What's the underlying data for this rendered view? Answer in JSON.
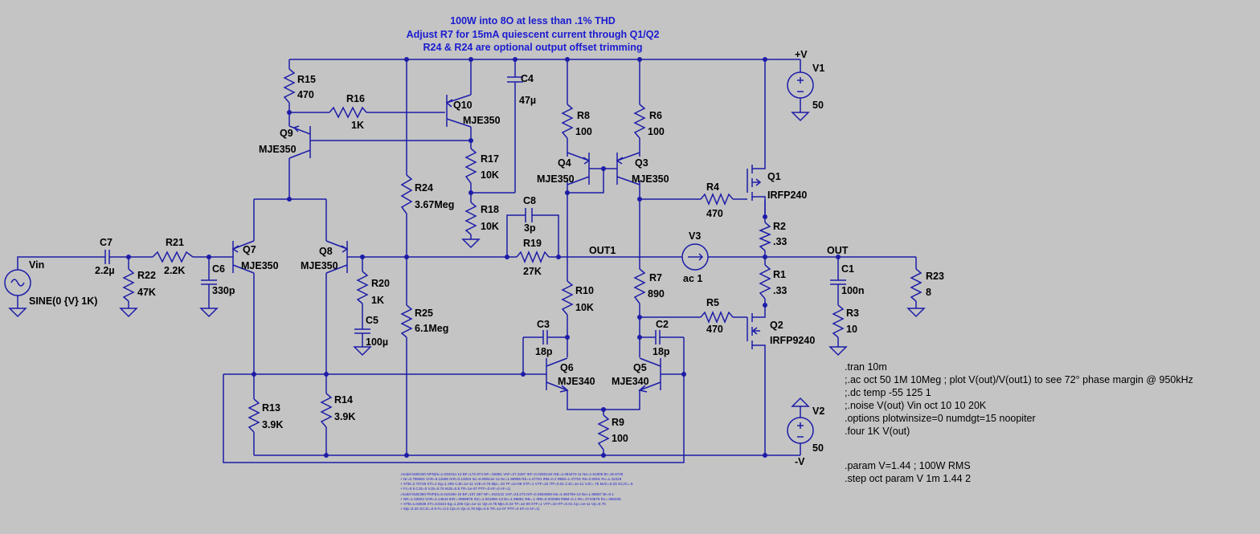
{
  "app": {
    "view": "LTspice schematic"
  },
  "colors": {
    "canvas": "#c4c4c4",
    "wire": "#1c1ca8",
    "directive_text": "#000000",
    "header_text": "#1b1bd0",
    "labels": "#000000"
  },
  "header_notes": [
    "100W into 8O at less than  .1% THD",
    "Adjust R7 for 15mA quiescent current through Q1/Q2",
    "R24 & R24 are optional output offset trimming"
  ],
  "nets": {
    "pos": "+V",
    "neg": "-V",
    "out1": "OUT1",
    "out": "OUT"
  },
  "resistors": {
    "R15": {
      "name": "R15",
      "value": "470"
    },
    "R16": {
      "name": "R16",
      "value": "1K"
    },
    "R17": {
      "name": "R17",
      "value": "10K"
    },
    "R18": {
      "name": "R18",
      "value": "10K"
    },
    "R24": {
      "name": "R24",
      "value": "3.67Meg"
    },
    "R25": {
      "name": "R25",
      "value": "6.1Meg"
    },
    "R21": {
      "name": "R21",
      "value": "2.2K"
    },
    "R22": {
      "name": "R22",
      "value": "47K"
    },
    "R20": {
      "name": "R20",
      "value": "1K"
    },
    "R19": {
      "name": "R19",
      "value": "27K"
    },
    "R13": {
      "name": "R13",
      "value": "3.9K"
    },
    "R14": {
      "name": "R14",
      "value": "3.9K"
    },
    "R8": {
      "name": "R8",
      "value": "100"
    },
    "R6": {
      "name": "R6",
      "value": "100"
    },
    "R10": {
      "name": "R10",
      "value": "10K"
    },
    "R7": {
      "name": "R7",
      "value": "890"
    },
    "R9": {
      "name": "R9",
      "value": "100"
    },
    "R4": {
      "name": "R4",
      "value": "470"
    },
    "R5": {
      "name": "R5",
      "value": "470"
    },
    "R2": {
      "name": "R2",
      "value": ".33"
    },
    "R1": {
      "name": "R1",
      "value": ".33"
    },
    "R3": {
      "name": "R3",
      "value": "10"
    },
    "R23": {
      "name": "R23",
      "value": "8"
    }
  },
  "capacitors": {
    "C4": {
      "name": "C4",
      "value": "47µ"
    },
    "C7": {
      "name": "C7",
      "value": "2.2µ"
    },
    "C6": {
      "name": "C6",
      "value": "330p"
    },
    "C5": {
      "name": "C5",
      "value": "100µ"
    },
    "C8": {
      "name": "C8",
      "value": "3p"
    },
    "C3": {
      "name": "C3",
      "value": "18p"
    },
    "C2": {
      "name": "C2",
      "value": "18p"
    },
    "C1": {
      "name": "C1",
      "value": "100n"
    }
  },
  "transistors": {
    "Q10": {
      "name": "Q10",
      "model": "MJE350"
    },
    "Q9": {
      "name": "Q9",
      "model": "MJE350"
    },
    "Q7": {
      "name": "Q7",
      "model": "MJE350"
    },
    "Q8": {
      "name": "Q8",
      "model": "MJE350"
    },
    "Q4": {
      "name": "Q4",
      "model": "MJE350"
    },
    "Q3": {
      "name": "Q3",
      "model": "MJE350"
    },
    "Q6": {
      "name": "Q6",
      "model": "MJE340"
    },
    "Q5": {
      "name": "Q5",
      "model": "MJE340"
    },
    "Q1": {
      "name": "Q1",
      "model": "IRFP240"
    },
    "Q2": {
      "name": "Q2",
      "model": "IRFP9240"
    }
  },
  "sources": {
    "Vin": {
      "name": "Vin",
      "value": "SINE(0 {V} 1K)"
    },
    "V1": {
      "name": "V1",
      "value": "50"
    },
    "V2": {
      "name": "V2",
      "value": "50"
    },
    "V3": {
      "name": "V3",
      "value": "ac 1"
    }
  },
  "directives": [
    ".tran 10m",
    ";.ac oct 50 1M 10Meg ; plot V(out)/V(out1) to see 72° phase margin @ 950kHz",
    ";.dc temp -55 125 1",
    ";.noise V(out) Vin oct 10 10 20K",
    ".options plotwinsize=0 numdgt=15 noopiter",
    ".four 1K V(out)",
    ".param V=1.44 ; 100W RMS",
    ".step oct param V 1m 1.44 2"
  ],
  "models": [
    ".model MJE340 NPN(Is=1.03431e-13 BF=172.974 NF=.92881 VAF=27.3487 IKF=0.0260146 ISE=4.48447e-11 Ne=1.61605 Br=16.6725",
    "+ Nr=0.796804 VAR=6.11596 IKR=0.10004 Isc=9.99914e-14 Nc=1.99995 Rb=1.47761 IRB=0.2 RBM=1.47761 Re=0.0001 Rc=1.42228",
    "+ XTB=2.70726 XTI=1 Eg=1.206 CJE=1e-11 VJE=0.75 Mje=.33 TF=1e-09 XTF=1 VTF=10 ITF=0.01 CJC=1e-11 VJC=.75 MJC=0.33 XCJC=.9",
    "+ Fc=0.5 CJS=0 VJS=0.75 MJS=0.5 TR=1e-07 PTF=0 KF=0 AF=1)",
    ".model MJE350 PNP(Is=6.01619e-15 BF=157.387 NF=.910131 VAF=23.273 IKF=0.0564808 Ise=4.48479e-12 Ne=1.58557 Br=0.1",
    "+ NR=1.03823 VAR=4.14543 IKR=.0999978 ISC=1.00199e-13 Nc=1.98851 RB=.1 IRB=0.202965 RBM=0.1 Re=.0710678 Rc=.355339",
    "+ XTB=1.03638 XTI=3.8424 Eg=1.206 Cje=1e-11 Vje=0.75 Mje=0.33 TF=1e-09 XTF=1 VTF=10 ITF=0.01 Cjc=1e-11 Vjc=0.75",
    "+ Mjc=0.33 XCJC=0.9 Fc=0.5 Cjs=0 Vjs=0.75 Mjs=0.5 TR=1e-07 PTF=0 KF=0 AF=1)"
  ]
}
